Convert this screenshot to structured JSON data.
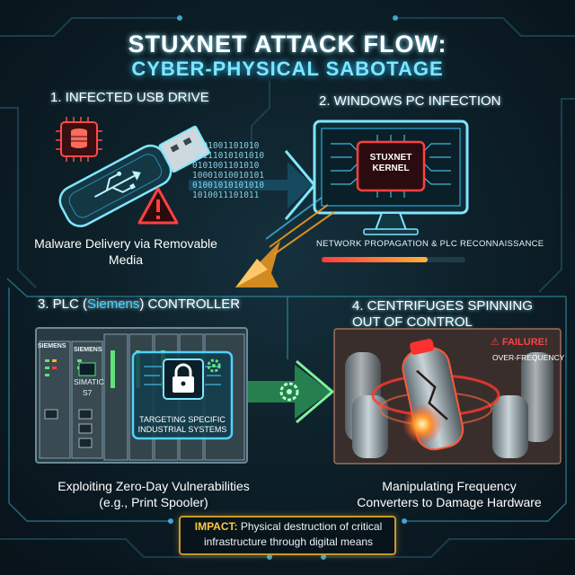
{
  "title": {
    "line1": "STUXNET ATTACK FLOW:",
    "line2": "CYBER-PHYSICAL SABOTAGE"
  },
  "steps": [
    {
      "label": "1. INFECTED USB DRIVE",
      "caption": "Malware Delivery via Removable Media"
    },
    {
      "label": "2. WINDOWS PC INFECTION",
      "screen_text_1": "STUXNET",
      "screen_text_2": "KERNEL",
      "caption": "NETWORK PROPAGATION & PLC RECONNAISSANCE"
    },
    {
      "label_pre": "3. PLC (",
      "label_hl": "Siemens",
      "label_post": ") CONTROLLER",
      "panel_text_1": "TARGETING SPECIFIC",
      "panel_text_2": "INDUSTRIAL SYSTEMS",
      "caption_1": "Exploiting Zero-Day Vulnerabilities",
      "caption_2": "(e.g., Print Spooler)"
    },
    {
      "label_1": "4. CENTRIFUGES SPINNING",
      "label_2": "OUT OF CONTROL",
      "alert": "FAILURE!",
      "alert_sub": "OVER-FREQUENCY",
      "caption_1": "Manipulating Frequency",
      "caption_2": "Converters to Damage Hardware"
    }
  ],
  "plc_labels": {
    "brand_1": "SIEMENS",
    "brand_2": "SIEMENS",
    "model_1": "SIMATIC",
    "model_2": "S7"
  },
  "binary_rows": [
    "0101001101010",
    "10111010101010",
    "0101001101010",
    "10001010010101",
    "01001010101010",
    "1010011101011"
  ],
  "impact": {
    "key": "IMPACT:",
    "text": "Physical destruction of critical infrastructure through digital means"
  },
  "colors": {
    "cyan": "#4fd2ff",
    "orange": "#f39a1e",
    "green": "#5fe27a",
    "red": "#ff4040",
    "gold": "#ffc83a"
  },
  "icons": [
    "usb-drive-icon",
    "database-chip-icon",
    "warning-icon",
    "monitor-icon",
    "lock-chip-icon",
    "gear-icon",
    "centrifuge-icon"
  ]
}
